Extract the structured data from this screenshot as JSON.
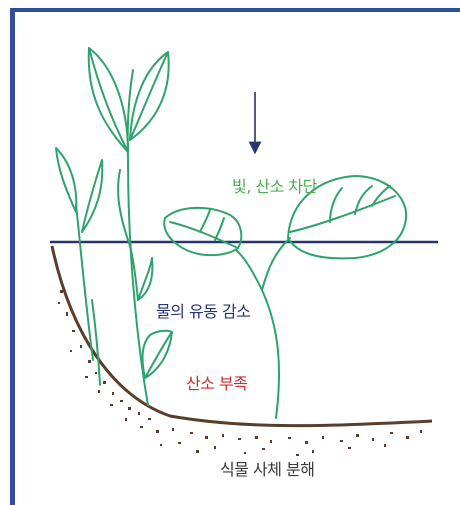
{
  "labels": {
    "light_oxygen_block": "빛, 산소 차단",
    "water_flow_decrease": "물의 유동 감소",
    "oxygen_lack": "산소 부족",
    "plant_decomposition": "식물 사체 분해"
  },
  "colors": {
    "frame": "#2e4d9c",
    "water_surface": "#26346f",
    "plant_stroke": "#2fa36b",
    "soil": "#5a3e2b",
    "light_label": "#4caf50",
    "water_label": "#26346f",
    "oxygen_label": "#c9302c",
    "decomp_label": "#3a3a3a"
  },
  "icons": {
    "light_direction": "down-arrow-icon"
  }
}
